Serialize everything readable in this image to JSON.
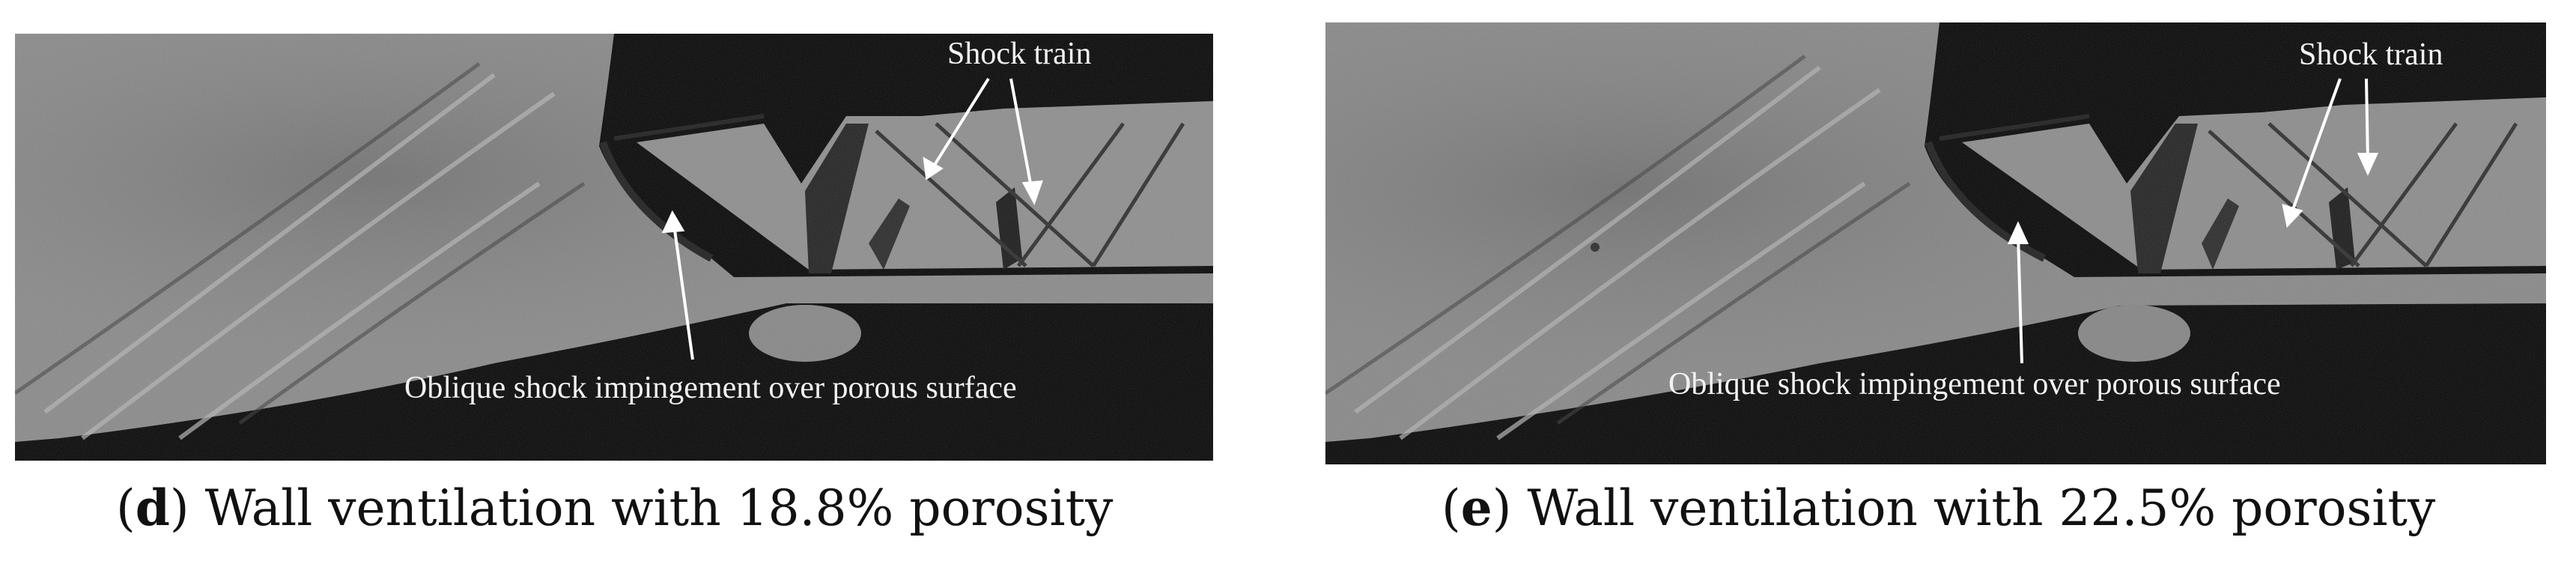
{
  "figures": [
    {
      "letter": "d",
      "caption_text": "Wall ventilation with 18.8% porosity",
      "annotations": {
        "shock_train": "Shock train",
        "oblique": "Oblique shock impingement over porous surface"
      }
    },
    {
      "letter": "e",
      "caption_text": "Wall ventilation with 22.5% porosity",
      "annotations": {
        "shock_train": "Shock train",
        "oblique": "Oblique shock impingement over porous surface"
      }
    }
  ]
}
